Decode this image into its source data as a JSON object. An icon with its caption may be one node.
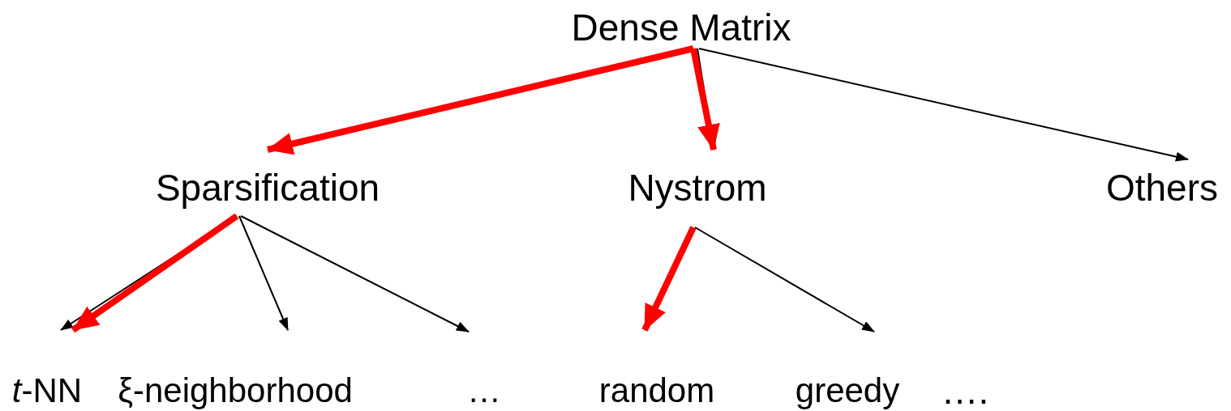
{
  "diagram": {
    "nodes": [
      {
        "text": [
          "Dense Matrix"
        ]
      },
      {
        "text": [
          "Sparsification"
        ]
      },
      {
        "text": [
          "Nystrom"
        ]
      },
      {
        "text": [
          "Others"
        ]
      },
      {
        "text": [
          "*t*-NN"
        ]
      },
      {
        "text": [
          "ξ-neighborhood"
        ]
      },
      {
        "text": [
          "…"
        ]
      },
      {
        "text": [
          "random"
        ]
      },
      {
        "text": [
          "greedy"
        ]
      }
    ],
    "edges": [
      {
        "from": 0,
        "to": 1,
        "arrow": "to",
        "style": "thick",
        "color": "#ff0000"
      },
      {
        "from": 0,
        "to": 2,
        "arrow": "to"
      },
      {
        "from": 0,
        "to": 2,
        "arrow": "to",
        "style": "thick",
        "color": "#ff0000"
      },
      {
        "from": 0,
        "to": 3,
        "arrow": "to"
      },
      {
        "from": 1,
        "to": 4,
        "arrow": "to"
      },
      {
        "from": 1,
        "to": 4,
        "arrow": "to",
        "style": "thick",
        "color": "#ff0000"
      },
      {
        "from": 1,
        "to": 5,
        "arrow": "to"
      },
      {
        "from": 1,
        "to": 6,
        "arrow": "to"
      },
      {
        "from": 2,
        "to": 7,
        "arrow": "to",
        "style": "thick",
        "color": "#ff0000"
      },
      {
        "from": 2,
        "to": 8,
        "arrow": "to"
      }
    ],
    "labels": [
      "…."
    ]
  }
}
